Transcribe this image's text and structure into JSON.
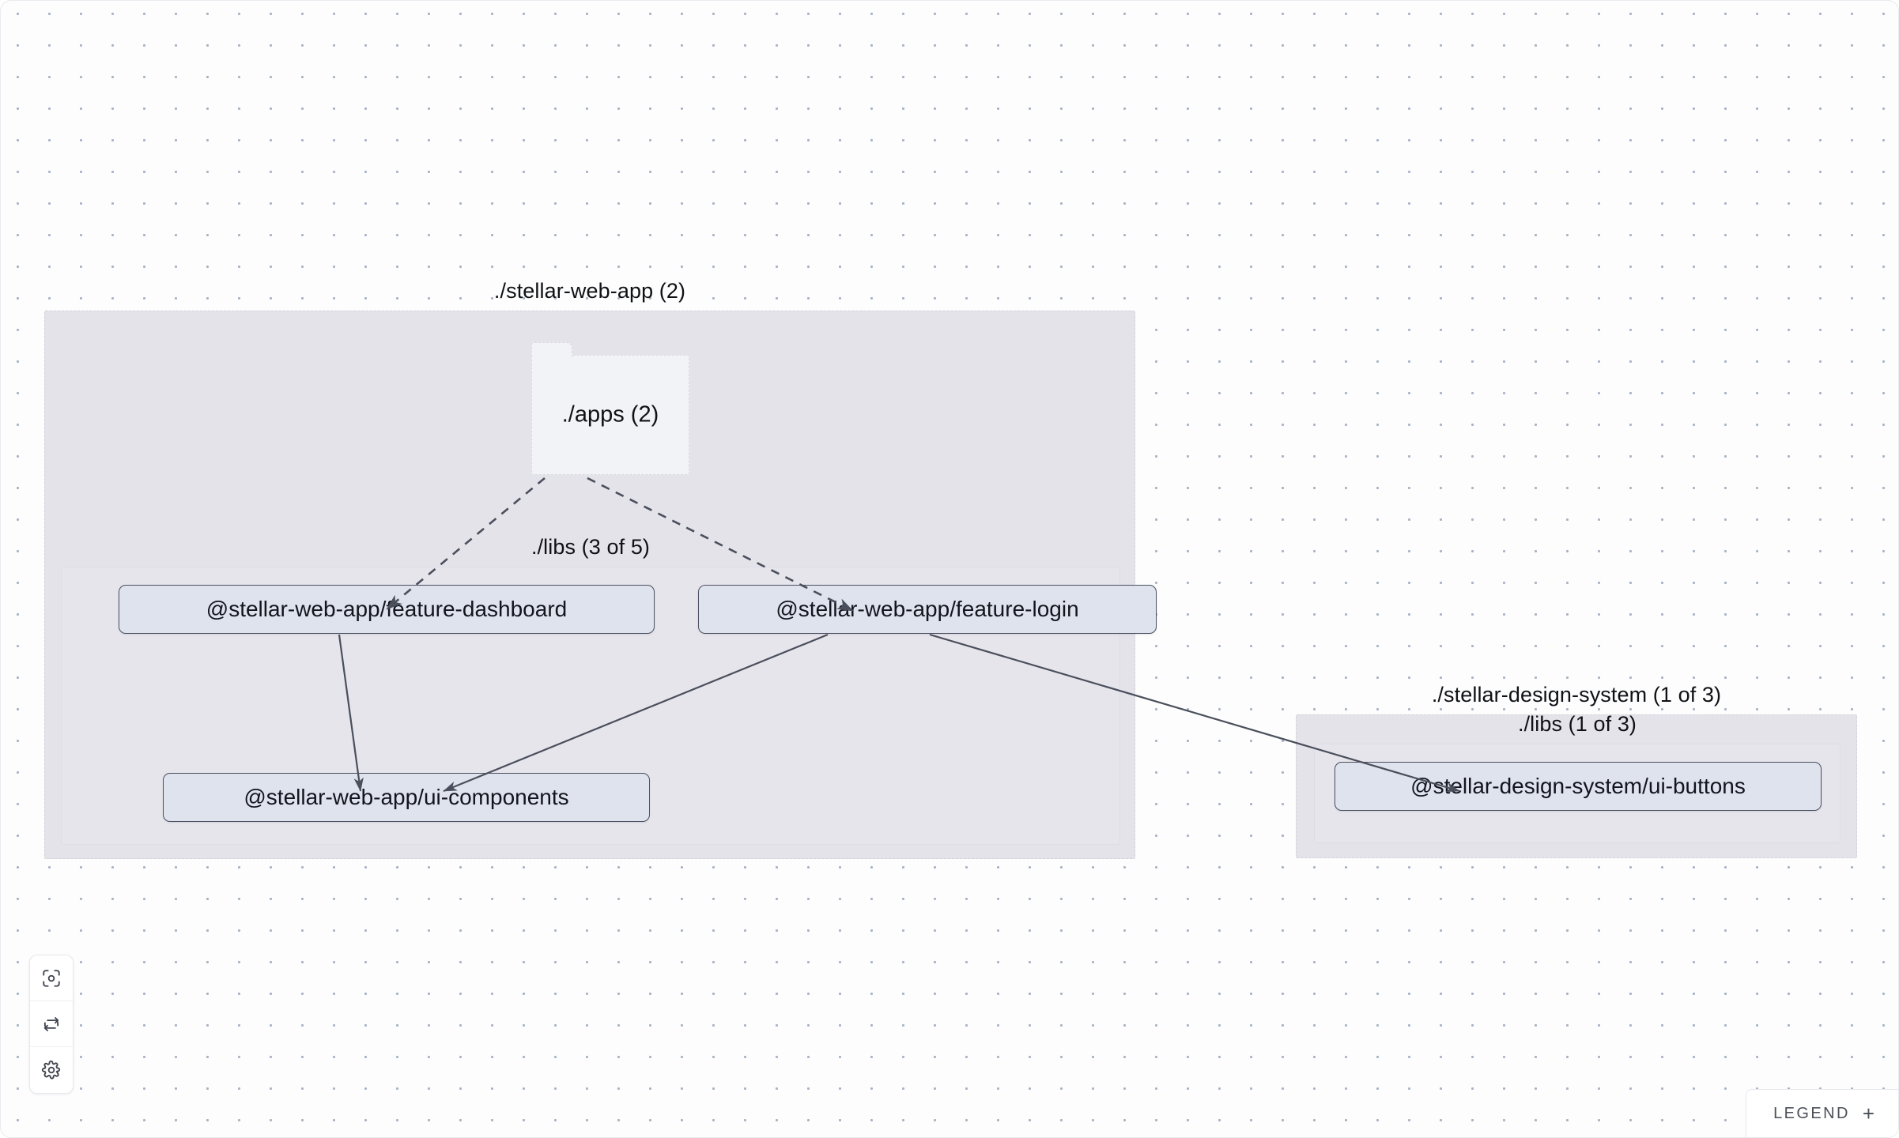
{
  "graph": {
    "groups": [
      {
        "id": "stellar-web-app",
        "label": "./stellar-web-app (2)",
        "subgroups": [
          {
            "id": "web-app-libs",
            "label": "./libs (3 of 5)"
          }
        ]
      },
      {
        "id": "stellar-design-system",
        "label": "./stellar-design-system (1 of 3)",
        "subgroups": [
          {
            "id": "design-system-libs",
            "label": "./libs (1 of 3)"
          }
        ]
      }
    ],
    "folders": [
      {
        "id": "apps",
        "label": "./apps (2)"
      }
    ],
    "nodes": [
      {
        "id": "feature-dashboard",
        "label": "@stellar-web-app/feature-dashboard"
      },
      {
        "id": "feature-login",
        "label": "@stellar-web-app/feature-login"
      },
      {
        "id": "ui-components",
        "label": "@stellar-web-app/ui-components"
      },
      {
        "id": "ui-buttons",
        "label": "@stellar-design-system/ui-buttons"
      }
    ],
    "edges": [
      {
        "from": "apps",
        "to": "feature-dashboard",
        "style": "dashed"
      },
      {
        "from": "apps",
        "to": "feature-login",
        "style": "dashed"
      },
      {
        "from": "feature-dashboard",
        "to": "ui-components",
        "style": "solid"
      },
      {
        "from": "feature-login",
        "to": "ui-components",
        "style": "solid"
      },
      {
        "from": "feature-login",
        "to": "ui-buttons",
        "style": "solid"
      }
    ]
  },
  "controls": {
    "focus": "focus-graph-icon",
    "refresh": "refresh-graph-icon",
    "settings": "settings-gear-icon"
  },
  "legend": {
    "label": "LEGEND",
    "expand": "+"
  },
  "colors": {
    "canvas_background": "#fdfdfd",
    "dot_grid": "#a8b3c4",
    "group_fill": "#e5e3ea",
    "group_border": "#d3d2da",
    "node_fill": "#dfe3ee",
    "node_border": "#4b5162",
    "folder_fill": "#f2f3f7",
    "edge": "#4a4f5c",
    "text": "#0f1115"
  }
}
